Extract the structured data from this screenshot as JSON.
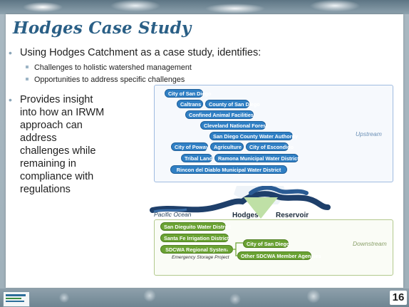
{
  "slide": {
    "title": "Hodges Case Study",
    "page_number": "16",
    "bullets": [
      "Using Hodges Catchment as a case study, identifies:",
      "Provides insight into how an IRWM approach can address challenges while remaining in compliance with regulations"
    ],
    "sub_bullets": [
      "Challenges to holistic watershed management",
      "Opportunities to address specific challenges"
    ]
  },
  "diagram": {
    "upstream_label": "Upstream",
    "downstream_label": "Downstream",
    "upstream_items": [
      "City of San Diego",
      "Caltrans",
      "County of San Diego",
      "Confined Animal Facilities",
      "Cleveland National Forest",
      "San Diego County Water Authority",
      "City of Poway",
      "Agriculture",
      "City of Escondido",
      "Tribal Lands",
      "Ramona Municipal Water District",
      "Rincon del Diablo Municipal Water District"
    ],
    "downstream_items": [
      "San Dieguito Water District",
      "Santa Fe Irrigation District",
      "SDCWA Regional System",
      "City of San Diego",
      "Other SDCWA Member Agencies"
    ],
    "emergency_note": "Emergency Storage Project",
    "ocean_label": "Pacific Ocean",
    "hodges_label": "Hodges",
    "reservoir_label": "Reservoir"
  },
  "colors": {
    "title": "#2a5f86",
    "upstream_pill": "#2f7fc4",
    "downstream_pill": "#6aa233"
  }
}
